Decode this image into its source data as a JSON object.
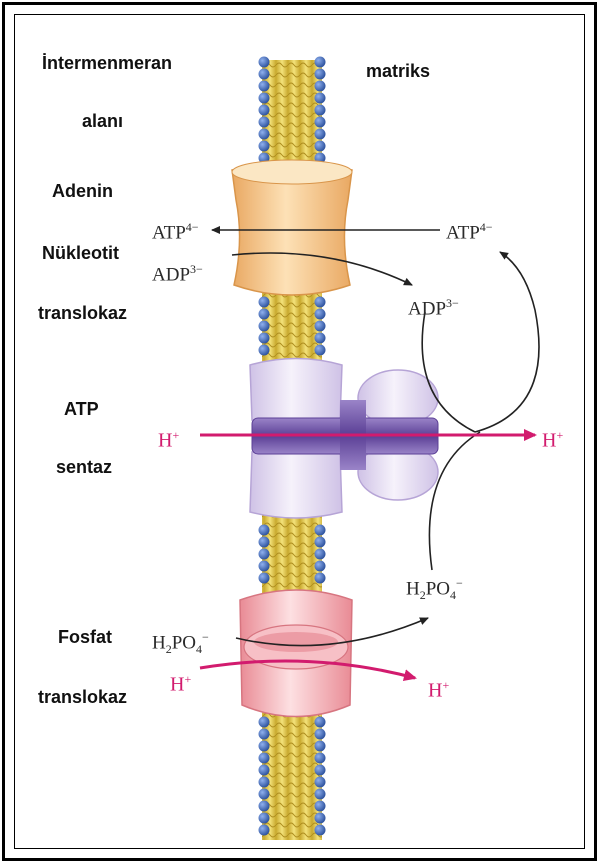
{
  "labels": {
    "intermembrane_line1": "İntermenmeran",
    "intermembrane_line2": "alanı",
    "matrix": "matriks",
    "ant_line1": "Adenin",
    "ant_line2": "Nükleotit",
    "ant_line3": "translokaz",
    "atp_synthase_line1": "ATP",
    "atp_synthase_line2": "sentaz",
    "phosphate_line1": "Fosfat",
    "phosphate_line2": "translokaz"
  },
  "molecules": {
    "atp_base": "ATP",
    "atp_charge": "4−",
    "adp_base": "ADP",
    "adp_charge": "3−",
    "h_base": "H",
    "h_charge": "+",
    "h2po4_h": "H",
    "h2po4_h_sub": "2",
    "h2po4_po": "PO",
    "h2po4_sub": "4",
    "h2po4_charge": "−"
  },
  "colors": {
    "proton_arrow": "#d21b6e",
    "ant_protein": "#f6c98f",
    "atp_synthase_protein": "#e9e1f2",
    "atp_synthase_core": "#6a4fa3",
    "phosphate_protein": "#f4aab0",
    "lipid_head": "#3f66b3",
    "lipid_tail": "#e8d45a"
  }
}
